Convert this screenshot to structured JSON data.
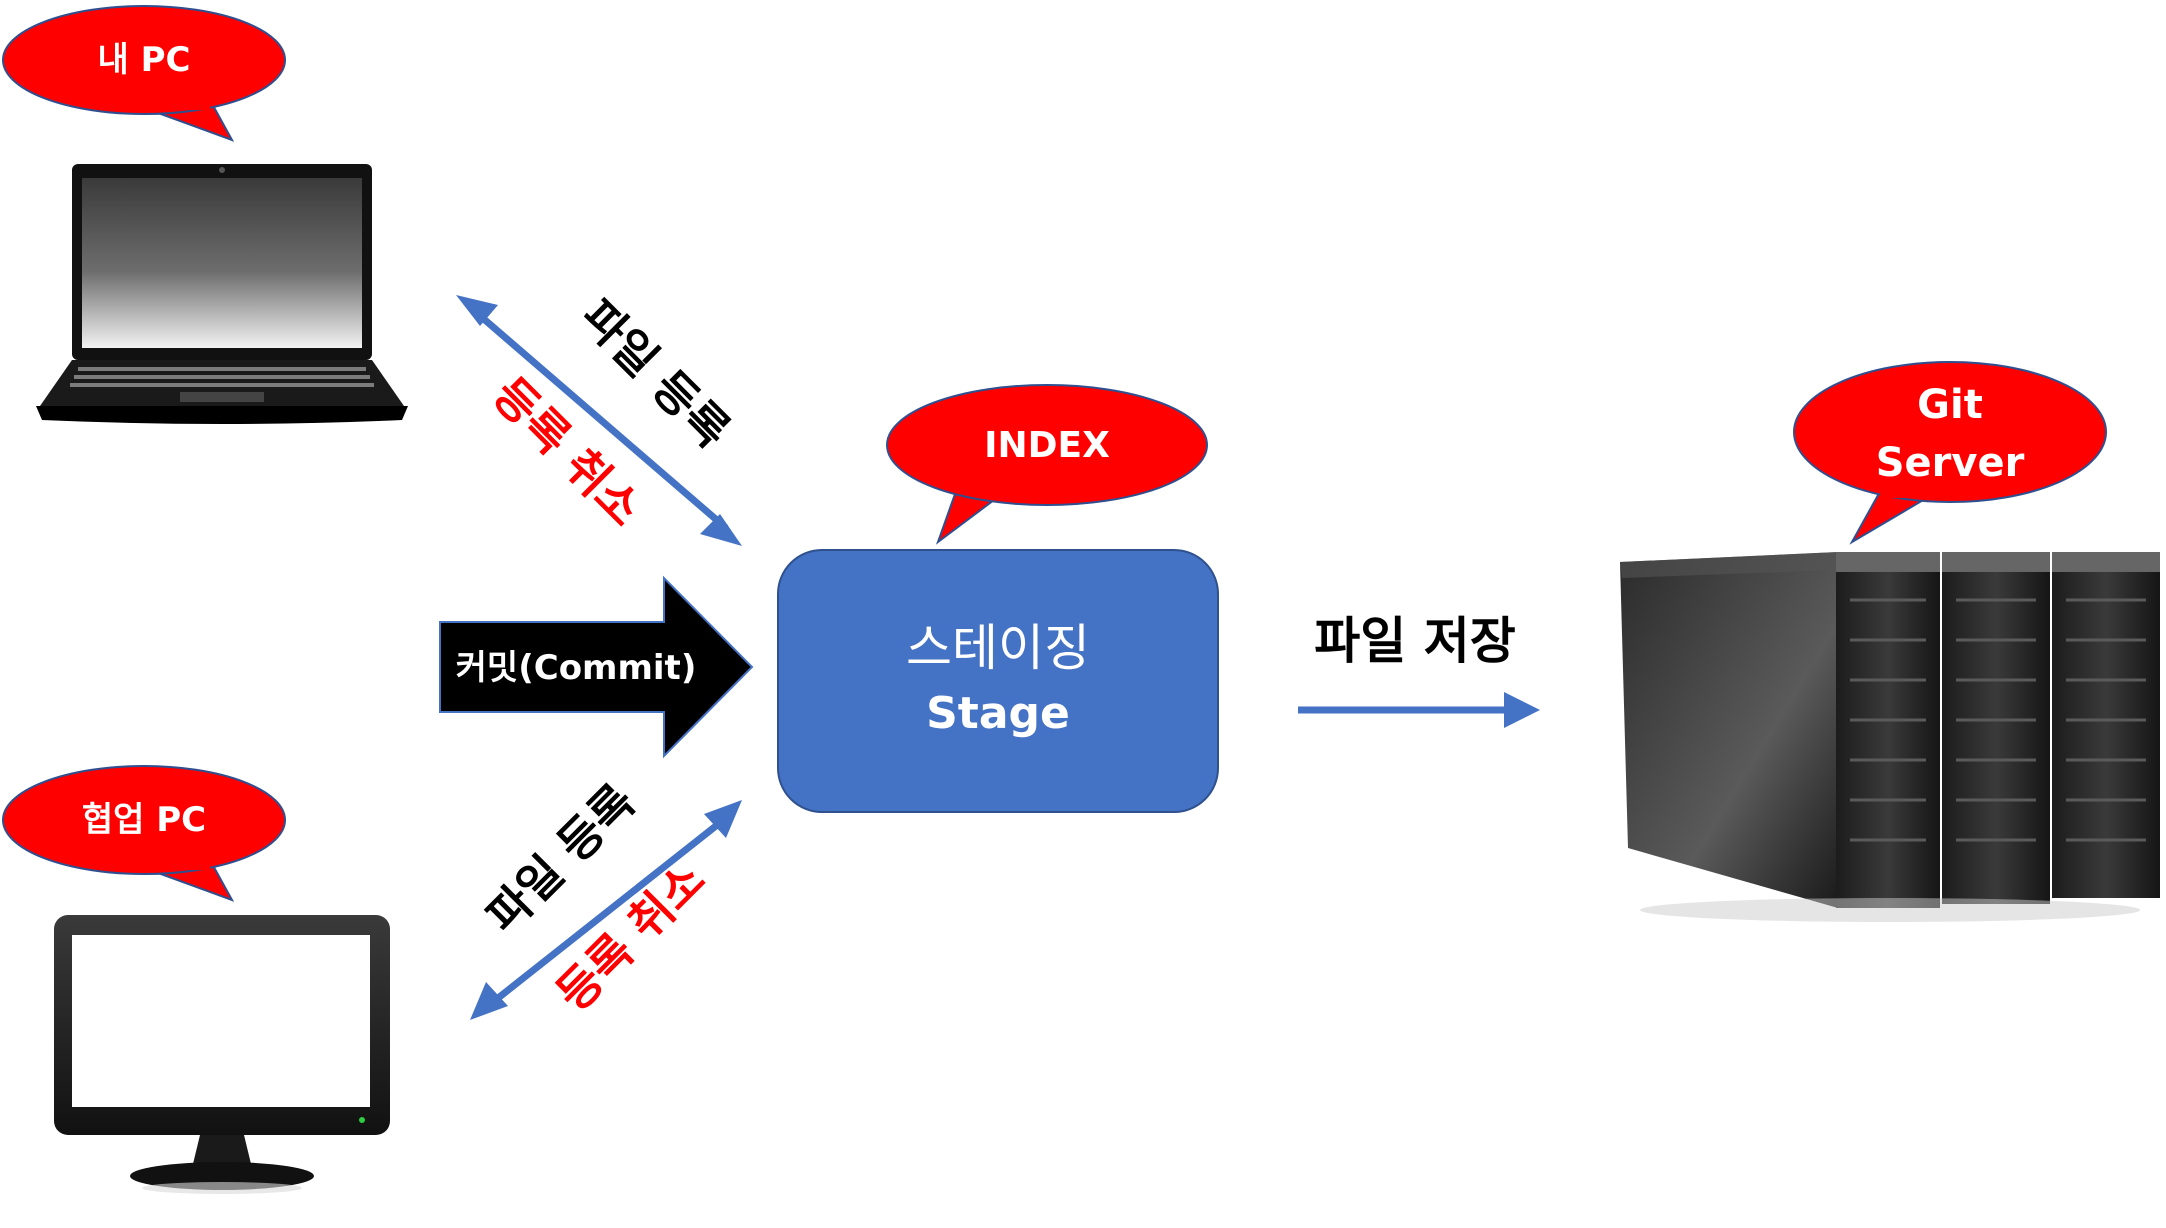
{
  "colors": {
    "bubble_fill": "#ff0000",
    "bubble_stroke": "#2f4f8f",
    "arrow_blue": "#4472c4",
    "stage_box": "#4472c4",
    "commit_arrow": "#000000",
    "red_label": "#ff0000"
  },
  "bubbles": {
    "my_pc": "내 PC",
    "collab_pc": "협업 PC",
    "index": "INDEX",
    "git_server_line1": "Git",
    "git_server_line2": "Server"
  },
  "stage_box": {
    "title_ko": "스테이징",
    "title_en": "Stage"
  },
  "commit_arrow": {
    "label": "커밋(Commit)"
  },
  "upper_arrow": {
    "add_label": "파일 등록",
    "cancel_label": "등록 취소"
  },
  "lower_arrow": {
    "add_label": "파일 등록",
    "cancel_label": "등록 취소"
  },
  "save_arrow": {
    "label": "파일 저장"
  },
  "icons": {
    "laptop": "laptop-icon",
    "monitor": "monitor-icon",
    "server": "server-rack-icon"
  }
}
